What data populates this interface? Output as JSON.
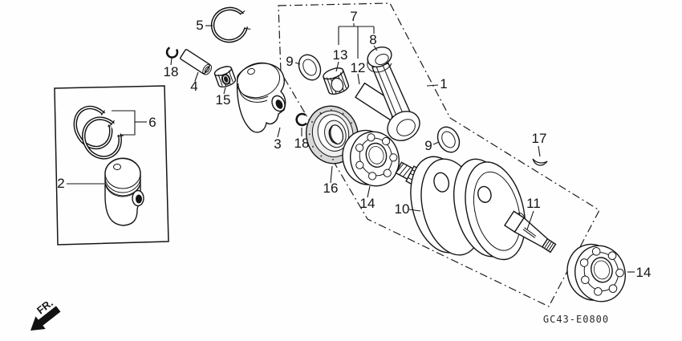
{
  "figure": {
    "drawing_code": "GC43-E0800",
    "front_marker": "FR.",
    "part_labels": [
      {
        "id": "label-1",
        "num": "1"
      },
      {
        "id": "label-2",
        "num": "2"
      },
      {
        "id": "label-3",
        "num": "3"
      },
      {
        "id": "label-4",
        "num": "4"
      },
      {
        "id": "label-5",
        "num": "5"
      },
      {
        "id": "label-6",
        "num": "6"
      },
      {
        "id": "label-7",
        "num": "7"
      },
      {
        "id": "label-8",
        "num": "8"
      },
      {
        "id": "label-9-left",
        "num": "9"
      },
      {
        "id": "label-9-right",
        "num": "9"
      },
      {
        "id": "label-10",
        "num": "10"
      },
      {
        "id": "label-11",
        "num": "11"
      },
      {
        "id": "label-12",
        "num": "12"
      },
      {
        "id": "label-13",
        "num": "13"
      },
      {
        "id": "label-14-middle",
        "num": "14"
      },
      {
        "id": "label-14-bottom-right",
        "num": "14"
      },
      {
        "id": "label-15",
        "num": "15"
      },
      {
        "id": "label-16",
        "num": "16"
      },
      {
        "id": "label-17",
        "num": "17"
      },
      {
        "id": "label-18-top",
        "num": "18"
      },
      {
        "id": "label-18-middle",
        "num": "18"
      }
    ]
  }
}
